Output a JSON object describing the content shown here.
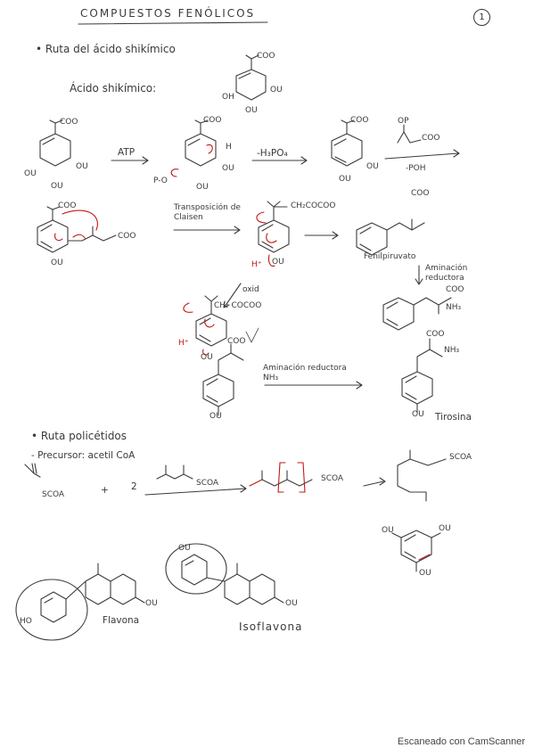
{
  "title": "COMPUESTOS FENÓLICOS",
  "page_number": "1",
  "section1": {
    "bullet": "• Ruta del ácido shikímico",
    "acid_label": "Ácido shikímico:",
    "coo": "COO",
    "oh": "OH",
    "ou": "OU",
    "step1_label": "ATP",
    "step2_label": "-H₃PO₄",
    "step3_top": "OP",
    "step3_coo": "COO",
    "step3_bottom": "-POH",
    "p_label": "P-O",
    "h_label": "H",
    "claisen_label": "Transposición de Claisen",
    "coo_chain": "COO",
    "ch2cocoo": "CH₂COCOO",
    "fenilpiruvato": "Fenilpiruvato",
    "amin_reductora": "Aminación reductora",
    "nh3_plus": "NH₃",
    "oxid": "oxid",
    "ch2_cocoo": "CH₂ COCOO",
    "h_plus": "H⁺",
    "aminacion_nh3": "Aminación reductora NH₃",
    "tirosina": "Tirosina"
  },
  "section2": {
    "bullet": "• Ruta policétidos",
    "precursor": "- Precursor: acetil CoA",
    "scoa": "SCOA",
    "plus": "+",
    "two": "2",
    "flavona": "Flavona",
    "isoflavona": "Isoflavona",
    "ho": "HO",
    "ou": "OU"
  },
  "footer": "Escaneado con CamScanner"
}
